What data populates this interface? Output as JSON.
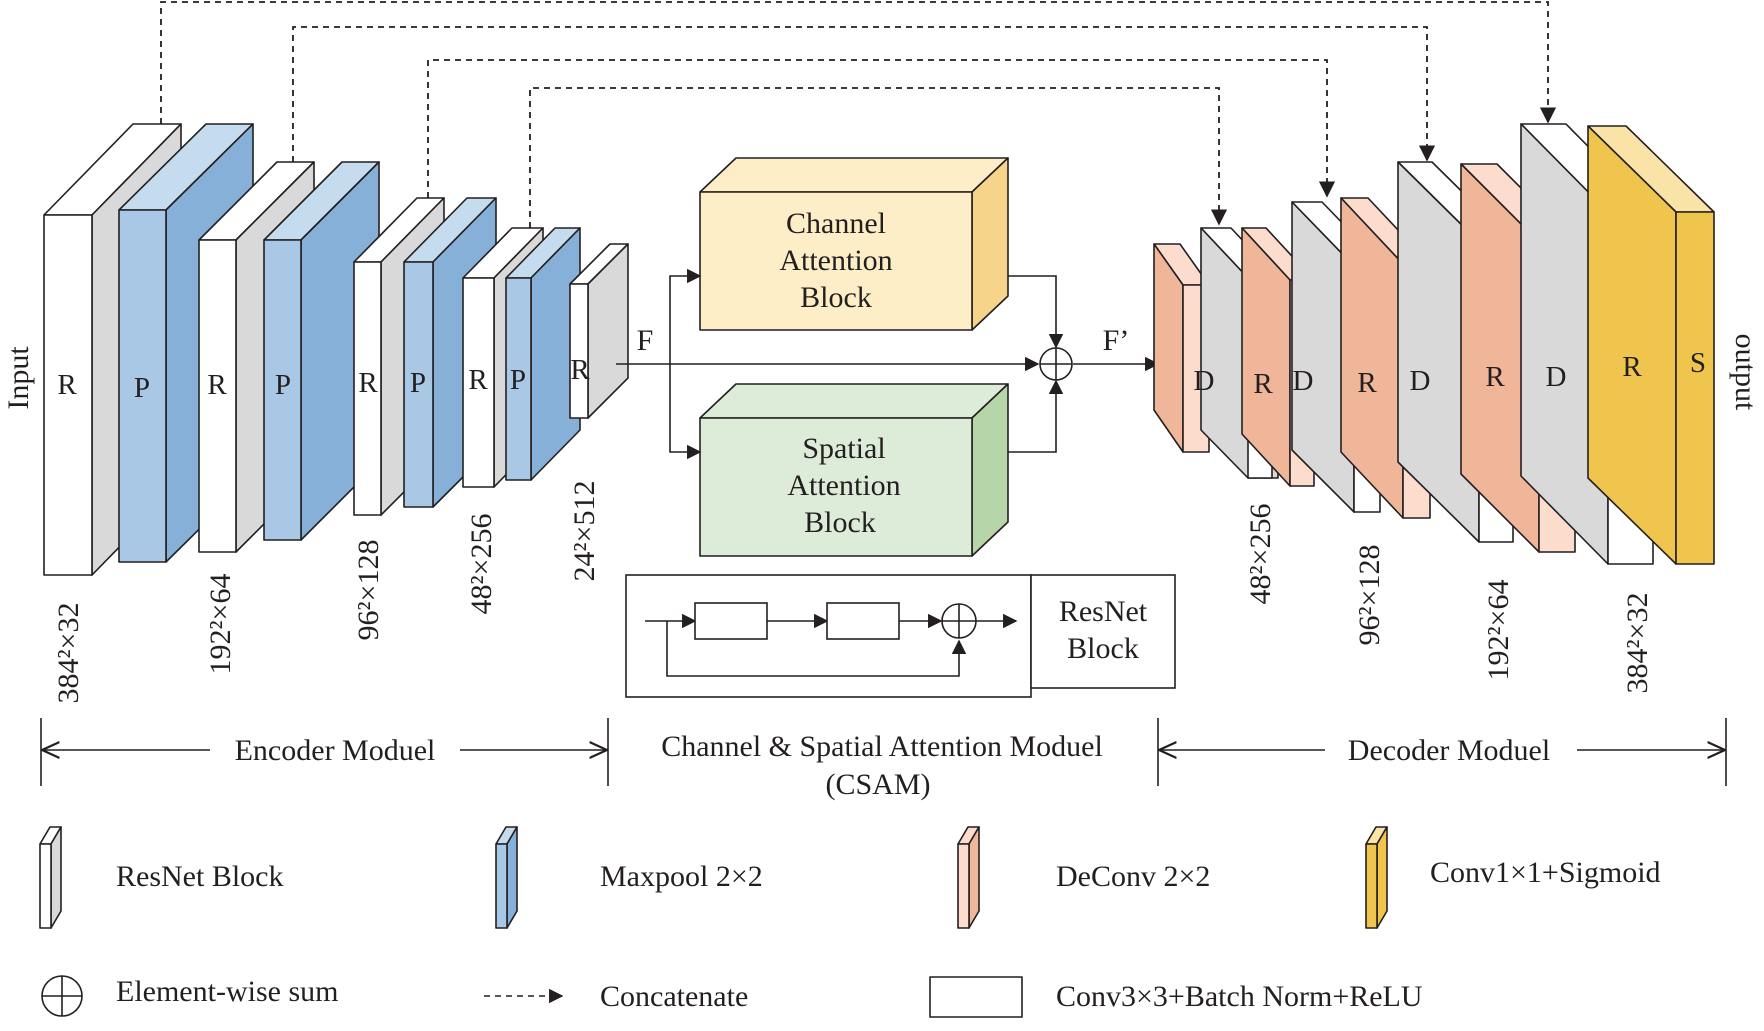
{
  "side_labels": {
    "input": "Input",
    "output": "output"
  },
  "encoder_letters": {
    "r1": "R",
    "p1": "P",
    "r2": "R",
    "p2": "P",
    "r3": "R",
    "p3": "P",
    "r4": "R",
    "p4": "P",
    "r5": "R"
  },
  "decoder_letters": {
    "d1": "D",
    "r1": "R",
    "d2": "D",
    "r2": "R",
    "d3": "D",
    "r3": "R",
    "d4": "D",
    "r4": "R",
    "s": "S"
  },
  "encoder_dims": [
    "384²×32",
    "192²×64",
    "96²×128",
    "48²×256",
    "24²×512"
  ],
  "decoder_dims": [
    "48²×256",
    "96²×128",
    "192²×64",
    "384²×32"
  ],
  "csam": {
    "f_label": "F",
    "f_prime_label": "F’",
    "channel_block": [
      "Channel",
      "Attention",
      "Block"
    ],
    "spatial_block": [
      "Spatial",
      "Attention",
      "Block"
    ],
    "resnet_block": [
      "ResNet",
      "Block"
    ]
  },
  "modules": {
    "encoder": "Encoder Moduel",
    "csam_line1": "Channel & Spatial Attention Moduel",
    "csam_line2": "(CSAM)",
    "decoder": "Decoder Moduel"
  },
  "legend": {
    "resnet": "ResNet Block",
    "maxpool": "Maxpool 2×2",
    "deconv": "DeConv 2×2",
    "conv_sigmoid": "Conv1×1+Sigmoid",
    "element_sum": "Element-wise sum",
    "concatenate": "Concatenate",
    "conv_bn_relu": "Conv3×3+Batch Norm+ReLU"
  },
  "colors": {
    "resnet_front": "#ffffff",
    "resnet_side": "#d9d9d9",
    "maxpool_front": "#86b0d7",
    "maxpool_top": "#c5dbee",
    "deconv_front": "#f0b69a",
    "deconv_top": "#fbdccd",
    "sigmoid_front": "#f0c54e",
    "sigmoid_top": "#f9e3a6",
    "channel_block": "#fdeec8",
    "channel_side": "#f6d58b",
    "spatial_block": "#dcecd8",
    "spatial_side": "#b6d5a9",
    "stroke": "#231f20"
  }
}
